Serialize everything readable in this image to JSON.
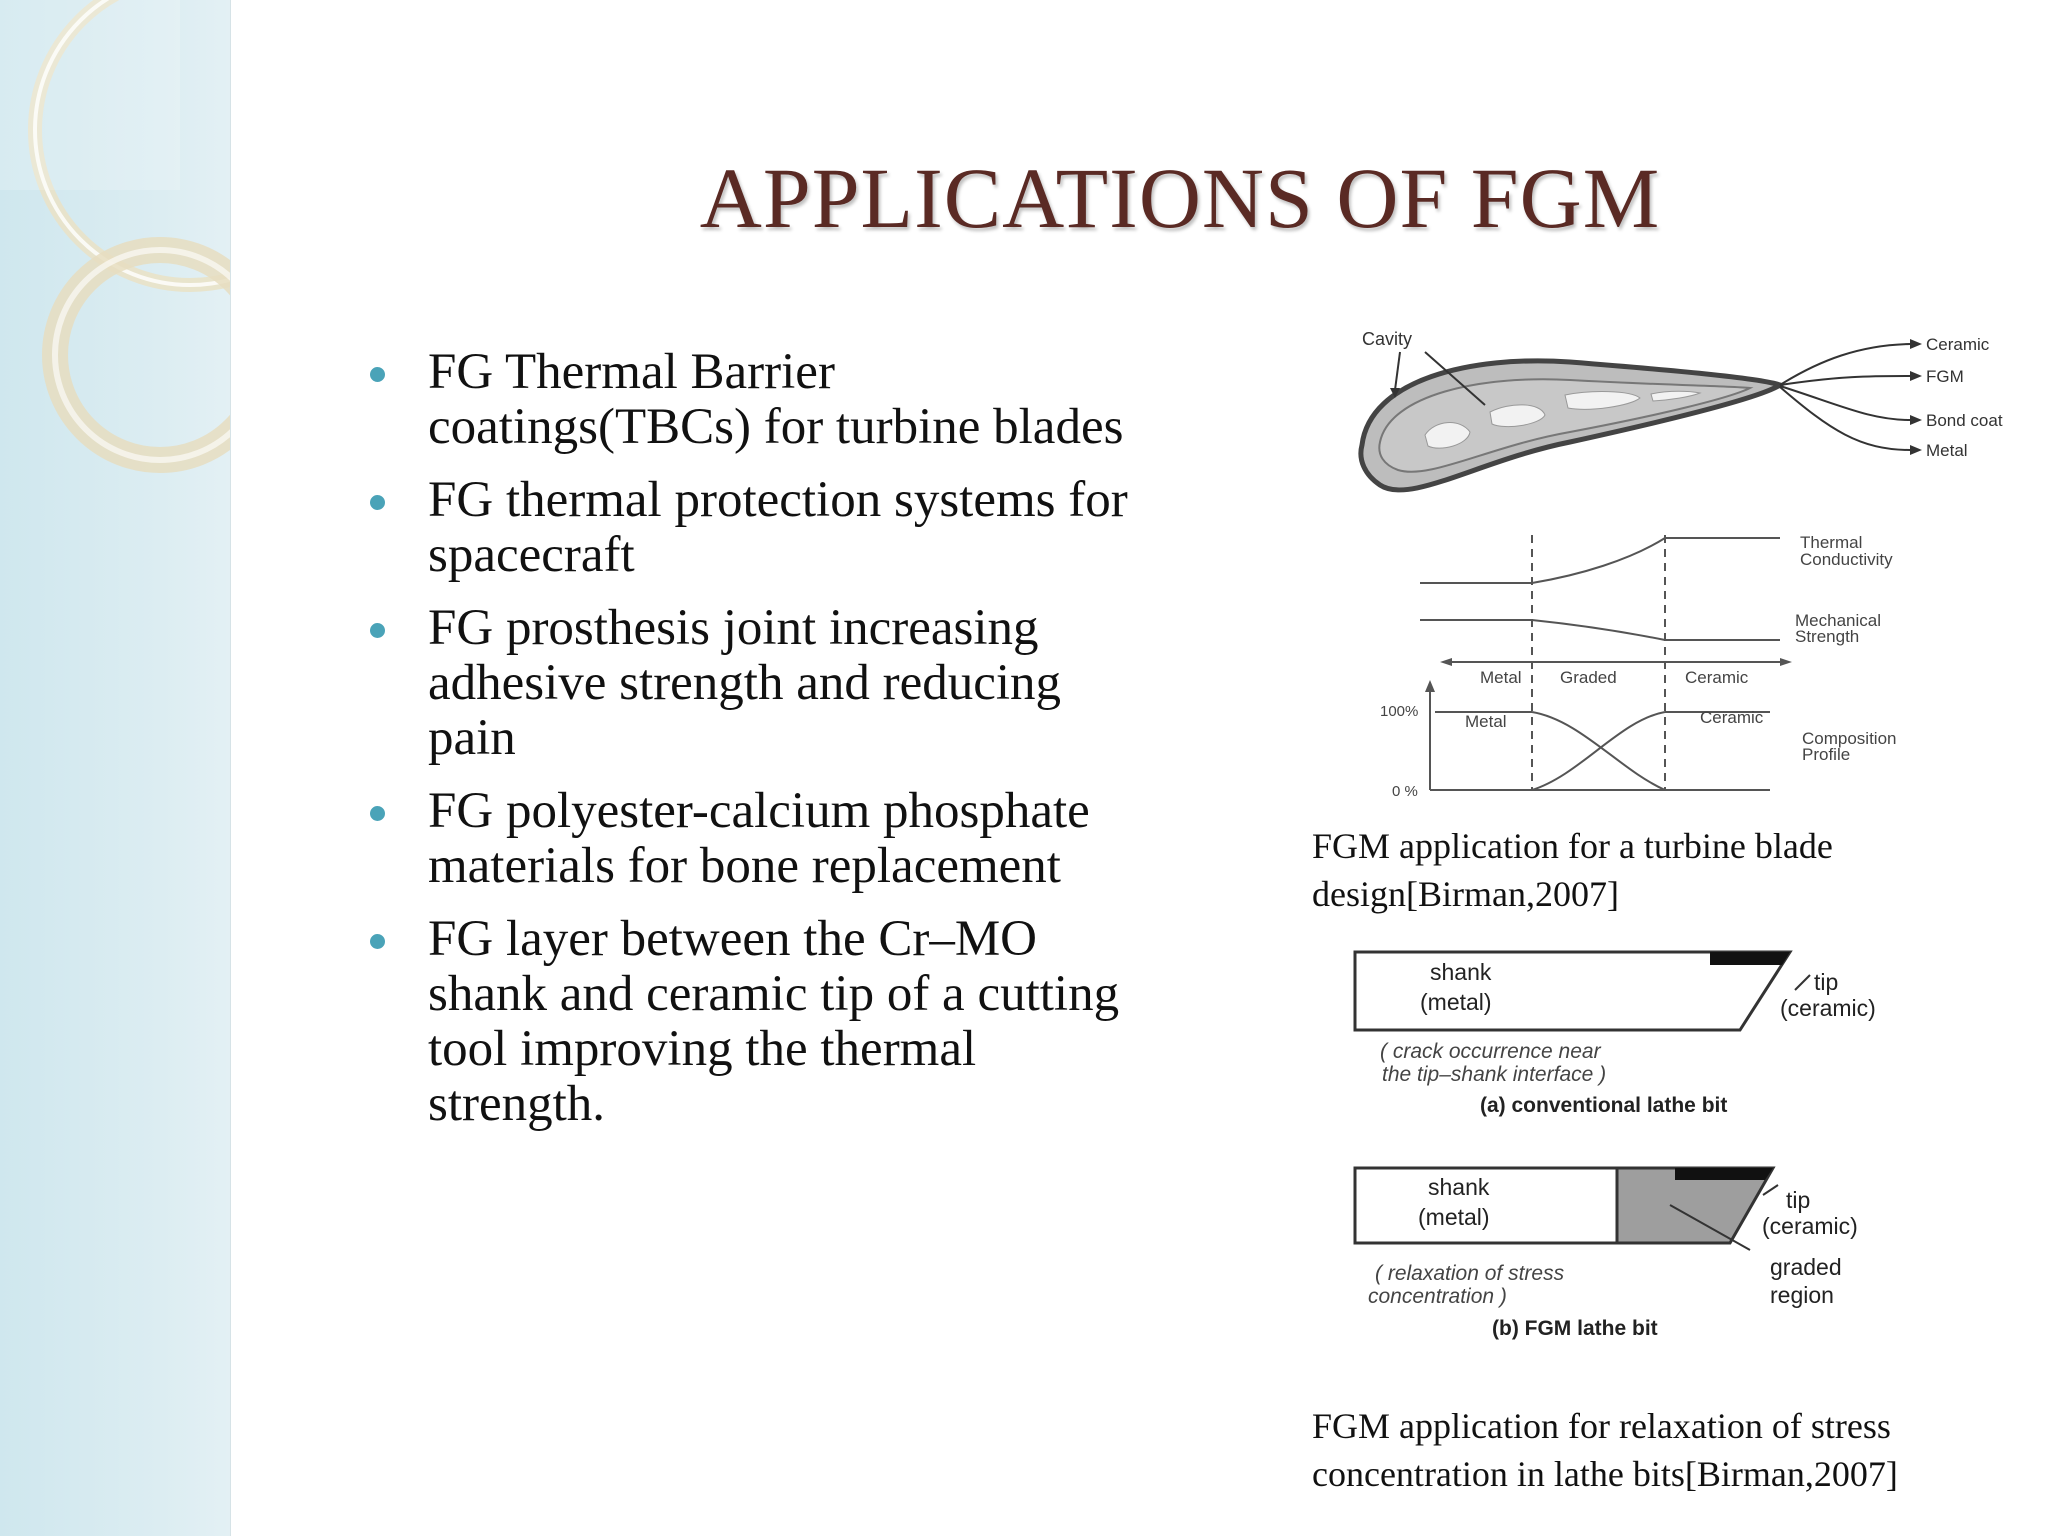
{
  "slide": {
    "title": "APPLICATIONS OF FGM",
    "bullets": [
      "FG Thermal Barrier coatings(TBCs) for turbine blades",
      "FG thermal protection systems for spacecraft",
      "FG prosthesis joint increasing adhesive strength and reducing pain",
      "FG polyester-calcium phosphate materials for bone replacement",
      "FG layer between the Cr–MO shank and ceramic tip of a cutting tool improving the thermal strength."
    ]
  },
  "figure1": {
    "labels": {
      "cavity": "Cavity",
      "ceramic": "Ceramic",
      "fgm": "FGM",
      "bond_coat": "Bond coat",
      "metal": "Metal",
      "thermal_conductivity_1": "Thermal",
      "thermal_conductivity_2": "Conductivity",
      "mechanical_strength_1": "Mechanical",
      "mechanical_strength_2": "Strength",
      "zone_metal": "Metal",
      "zone_graded": "Graded",
      "zone_ceramic": "Ceramic",
      "y_100": "100%",
      "y_0": "0 %",
      "curve_metal": "Metal",
      "curve_ceramic": "Ceramic",
      "composition_profile_1": "Composition",
      "composition_profile_2": "Profile"
    },
    "caption_line1": "FGM application for a turbine blade",
    "caption_line2": "design[Birman,2007]"
  },
  "figure2": {
    "a": {
      "shank_1": "shank",
      "shank_2": "(metal)",
      "tip_1": "tip",
      "tip_2": "(ceramic)",
      "note_1": "( crack occurrence near",
      "note_2": "the tip–shank interface )",
      "label": "(a)  conventional lathe bit"
    },
    "b": {
      "shank_1": "shank",
      "shank_2": "(metal)",
      "tip_1": "tip",
      "tip_2": "(ceramic)",
      "graded_1": "graded",
      "graded_2": "region",
      "note_1": "( relaxation of stress",
      "note_2": "concentration )",
      "label": "(b)  FGM lathe bit"
    },
    "caption_line1": "FGM application for relaxation of stress",
    "caption_line2": "concentration in lathe bits[Birman,2007]"
  },
  "colors": {
    "title": "#5a2a24",
    "bullet": "#4aa3b8",
    "sidebar": "#d6ebf1"
  }
}
